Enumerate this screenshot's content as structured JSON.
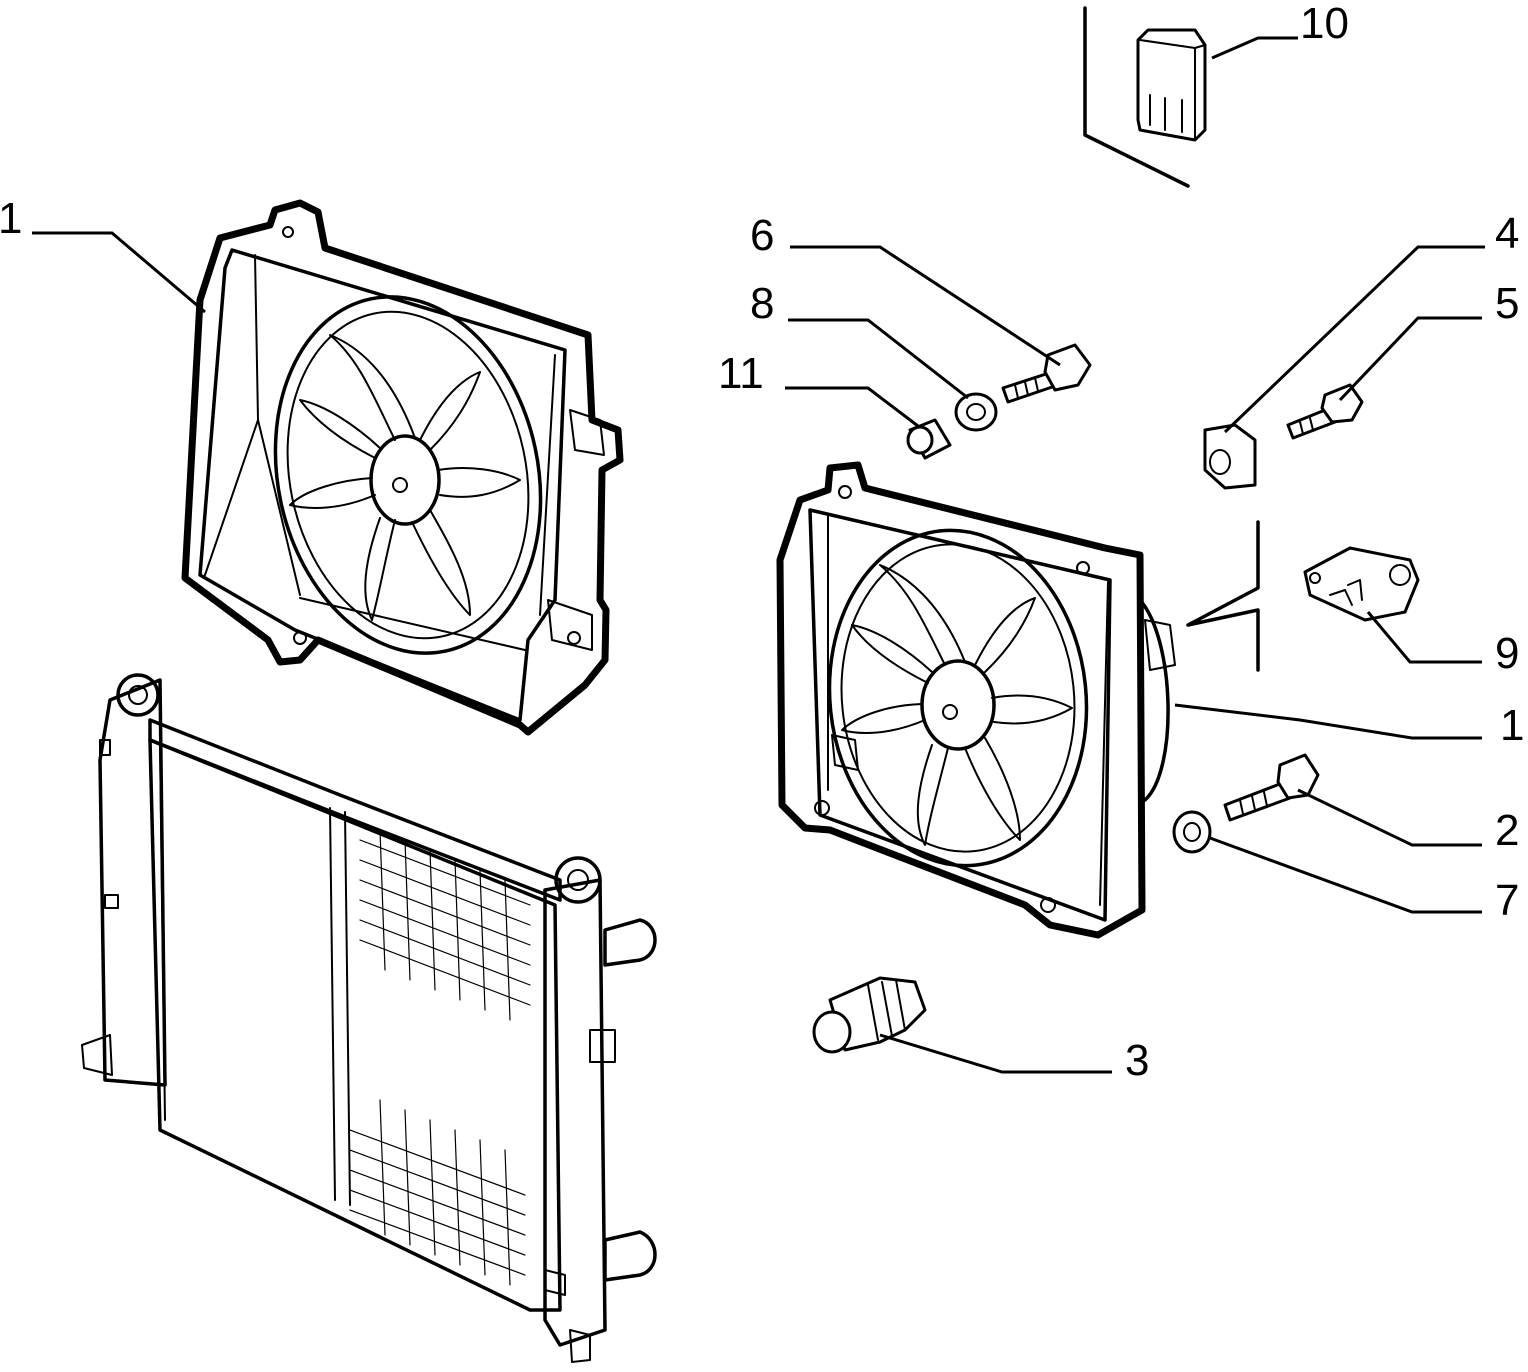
{
  "diagram": {
    "type": "exploded parts diagram",
    "callouts": {
      "fan_left": "1",
      "fan_right": "1",
      "screw_2": "2",
      "switch_3": "3",
      "nut_4": "4",
      "screw_5": "5",
      "screw_6": "6",
      "washer_7": "7",
      "washer_8": "8",
      "resistor_9": "9",
      "relay_10": "10",
      "spacer_11": "11"
    }
  }
}
